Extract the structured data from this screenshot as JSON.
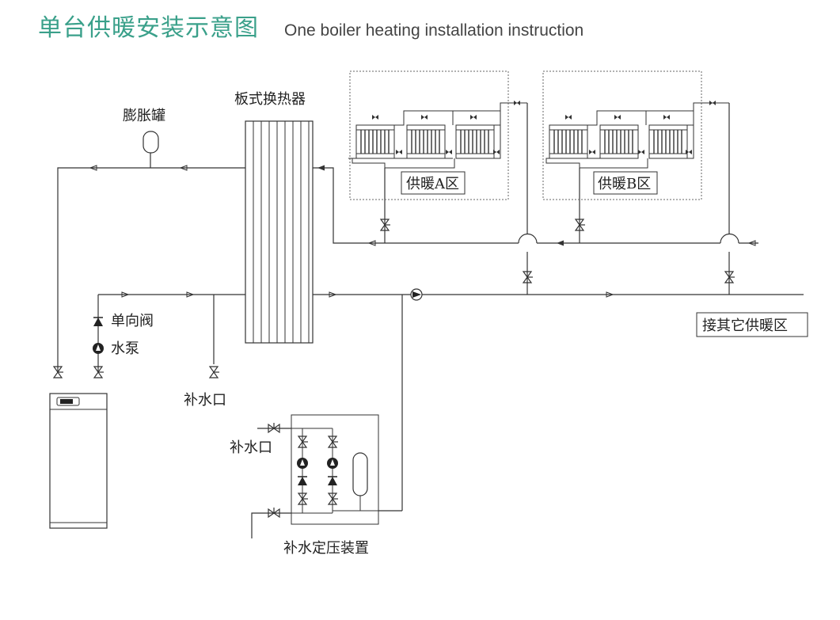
{
  "header": {
    "title_cn": "单台供暖安装示意图",
    "title_en": "One boiler heating installation instruction"
  },
  "labels": {
    "expansion_tank": "膨胀罐",
    "plate_exchanger": "板式换热器",
    "zone_a": "供暖A区",
    "zone_b": "供暖B区",
    "check_valve": "单向阀",
    "water_pump": "水泵",
    "makeup_inlet_1": "补水口",
    "makeup_inlet_2": "补水口",
    "pressure_unit": "补水定压装置",
    "other_zones": "接其它供暖区"
  },
  "colors": {
    "title": "#3aa08a",
    "line": "#333333"
  }
}
